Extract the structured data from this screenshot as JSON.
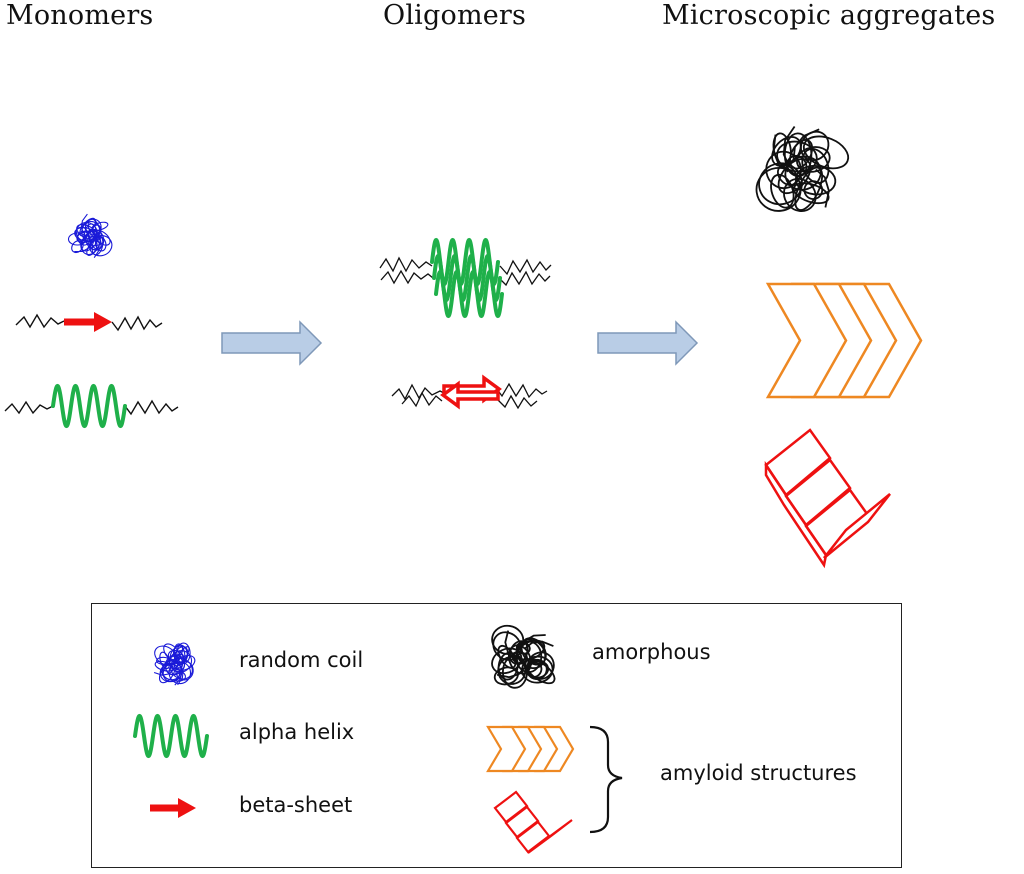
{
  "stages": {
    "monomers": "Monomers",
    "oligomers": "Oligomers",
    "aggregates": "Microscopic aggregates"
  },
  "legend": {
    "random_coil": "random coil",
    "alpha_helix": "alpha helix",
    "beta_sheet": "beta-sheet",
    "amorphous": "amorphous",
    "amyloid_structures": "amyloid structures"
  },
  "colors": {
    "random_coil": "#1a1ad8",
    "alpha_helix": "#1fb04a",
    "beta_sheet": "#ee1111",
    "amorphous": "#111111",
    "amyloid_orange": "#ee8822",
    "amyloid_red": "#ee1111",
    "arrow_fill": "#b9cde6",
    "arrow_stroke": "#7f98b8"
  }
}
